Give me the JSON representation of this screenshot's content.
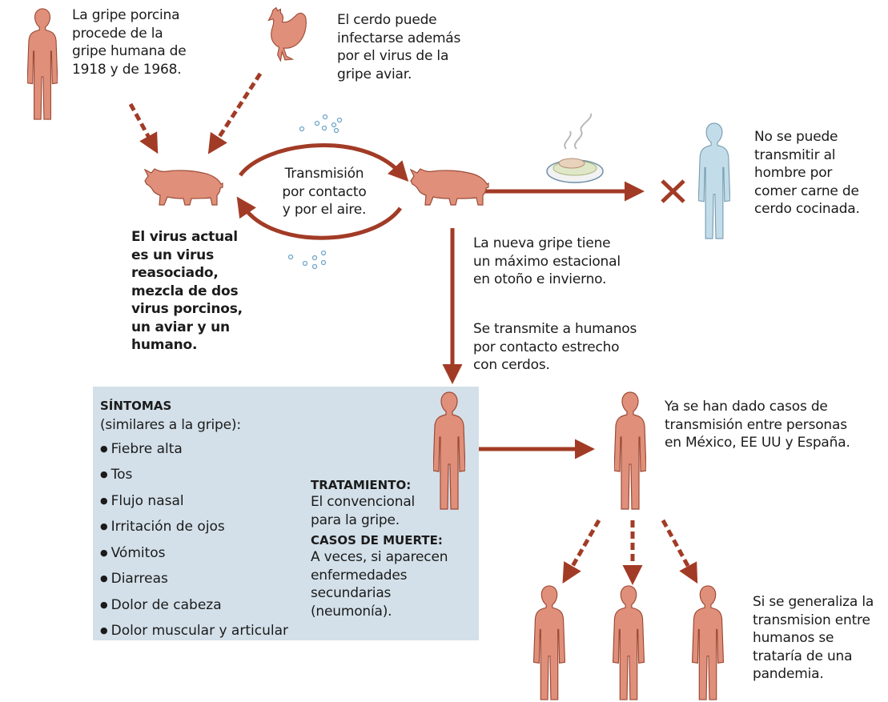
{
  "colors": {
    "human": "#e0907a",
    "outline": "#9c4a36",
    "arrow": "#a23b26",
    "box": "#d3e0e9",
    "blue_human": "#c2dde9",
    "blue_outline": "#7ca0b4"
  },
  "icons": [
    "human-figure-icon",
    "hen-icon",
    "pig-icon",
    "cooked-pork-plate-icon",
    "virus-particles-icon",
    "cross-mark-icon"
  ],
  "notes": {
    "origin_human": "La gripe porcina\nprocede de la\ngripe humana de\n1918 y de 1968.",
    "avian": "El cerdo puede\ninfectarse además\npor el virus de la\ngripe aviar.",
    "transmission_pigs": "Transmisión\npor contacto\ny por el aire.",
    "no_meat": "No se puede\ntransmitir al\nhombre por\ncomer carne de\ncerdo cocinada.",
    "reassorted": "El virus actual\nes un virus\nreasociado,\nmezcla de dos\nvirus porcinos,\nun aviar y un\nhumano.",
    "seasonal": "La nueva gripe tiene\nun máximo estacional\nen otoño e invierno.",
    "to_humans": "Se transmite a humanos\npor contacto estrecho\ncon cerdos.",
    "person_to_person": "Ya se han dado casos de\ntransmisión entre personas\nen México, EE UU y España.",
    "pandemic": "Si se generaliza la\ntransmision entre\nhumanos se\ntrataría de una\npandemia."
  },
  "symptoms": {
    "heading": "SÍNTOMAS",
    "subheading": "(similares a la gripe):",
    "items": [
      "Fiebre alta",
      "Tos",
      "Flujo nasal",
      "Irritación de ojos",
      "Vómitos",
      "Diarreas",
      "Dolor de cabeza",
      "Dolor muscular y articular"
    ]
  },
  "treatment": {
    "heading": "TRATAMIENTO:",
    "text": "El convencional\npara la gripe."
  },
  "deaths": {
    "heading": "CASOS DE MUERTE:",
    "text": "A veces, si aparecen\nenfermedades\nsecundarias\n(neumonía)."
  }
}
